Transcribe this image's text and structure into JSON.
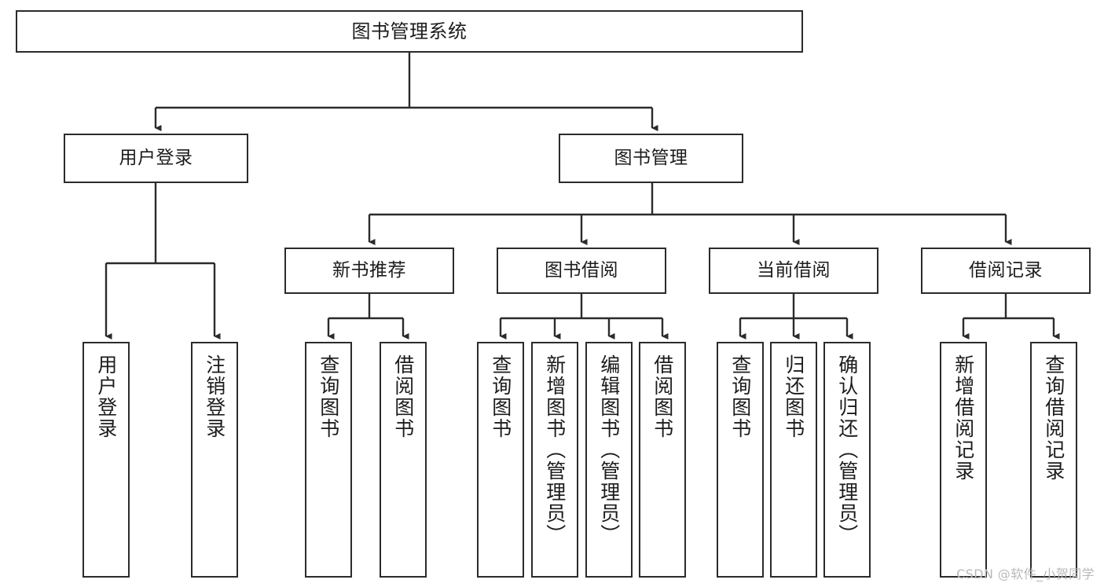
{
  "diagram": {
    "title": "图书管理系统",
    "type": "tree",
    "root": {
      "id": "root",
      "label": "图书管理系统",
      "orientation": "horizontal"
    },
    "level2": [
      {
        "id": "user-login",
        "label": "用户登录",
        "orientation": "horizontal"
      },
      {
        "id": "book-management",
        "label": "图书管理",
        "orientation": "horizontal"
      }
    ],
    "level3": [
      {
        "id": "new-book-recommend",
        "label": "新书推荐",
        "parent": "book-management",
        "orientation": "horizontal"
      },
      {
        "id": "book-borrow",
        "label": "图书借阅",
        "parent": "book-management",
        "orientation": "horizontal"
      },
      {
        "id": "current-borrow",
        "label": "当前借阅",
        "parent": "book-management",
        "orientation": "horizontal"
      },
      {
        "id": "borrow-record",
        "label": "借阅记录",
        "parent": "book-management",
        "orientation": "horizontal"
      }
    ],
    "leaves": [
      {
        "id": "leaf-user-login",
        "label": "用户登录",
        "parent": "user-login",
        "orientation": "vertical"
      },
      {
        "id": "leaf-user-logout",
        "label": "注销登录",
        "parent": "user-login",
        "orientation": "vertical"
      },
      {
        "id": "leaf-query-book-1",
        "label": "查询图书",
        "parent": "new-book-recommend",
        "orientation": "vertical"
      },
      {
        "id": "leaf-borrow-book-1",
        "label": "借阅图书",
        "parent": "new-book-recommend",
        "orientation": "vertical"
      },
      {
        "id": "leaf-query-book-2",
        "label": "查询图书",
        "parent": "book-borrow",
        "orientation": "vertical"
      },
      {
        "id": "leaf-add-book",
        "label": "新增图书（管理员）",
        "parent": "book-borrow",
        "orientation": "vertical"
      },
      {
        "id": "leaf-edit-book",
        "label": "编辑图书（管理员）",
        "parent": "book-borrow",
        "orientation": "vertical"
      },
      {
        "id": "leaf-borrow-book-2",
        "label": "借阅图书",
        "parent": "book-borrow",
        "orientation": "vertical"
      },
      {
        "id": "leaf-query-book-3",
        "label": "查询图书",
        "parent": "current-borrow",
        "orientation": "vertical"
      },
      {
        "id": "leaf-return-book",
        "label": "归还图书",
        "parent": "current-borrow",
        "orientation": "vertical"
      },
      {
        "id": "leaf-confirm-return",
        "label": "确认归还（管理员）",
        "parent": "current-borrow",
        "orientation": "vertical"
      },
      {
        "id": "leaf-add-record",
        "label": "新增借阅记录",
        "parent": "borrow-record",
        "orientation": "vertical"
      },
      {
        "id": "leaf-query-record",
        "label": "查询借阅记录",
        "parent": "borrow-record",
        "orientation": "vertical"
      }
    ],
    "watermark": "CSDN @软件_小贺同学",
    "colors": {
      "border": "#2b2b2b",
      "text": "#1c1c1c",
      "background": "#ffffff",
      "watermark": "#b9b9b9"
    }
  }
}
